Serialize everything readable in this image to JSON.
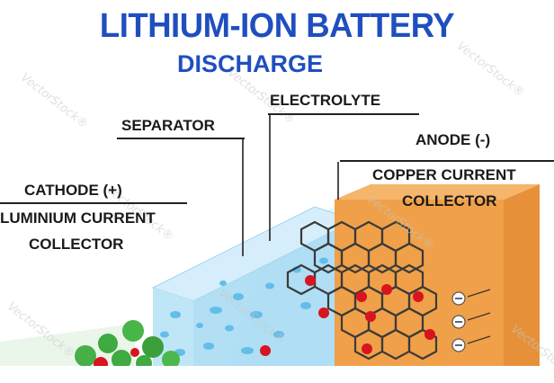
{
  "title": "LITHIUM-ION BATTERY",
  "subtitle": "DISCHARGE",
  "labels": {
    "separator": "SEPARATOR",
    "electrolyte": "ELECTROLYTE",
    "anode": "ANODE (-)",
    "copper_line1": "COPPER CURRENT",
    "copper_line2": "COLLECTOR",
    "cathode": "CATHODE (+)",
    "aluminium_line1": "LUMINIUM CURRENT",
    "aluminium_line2": "COLLECTOR"
  },
  "watermark": "VectorStock®",
  "colors": {
    "title": "#1f4fbf",
    "separator": "#bfe6f7",
    "separator_pores": "#4fb4e6",
    "copper": "#f0a048",
    "graphite": "#3a3a3a",
    "lithium_ion": "#d8141e",
    "cathode_particle": "#3faa3f"
  }
}
